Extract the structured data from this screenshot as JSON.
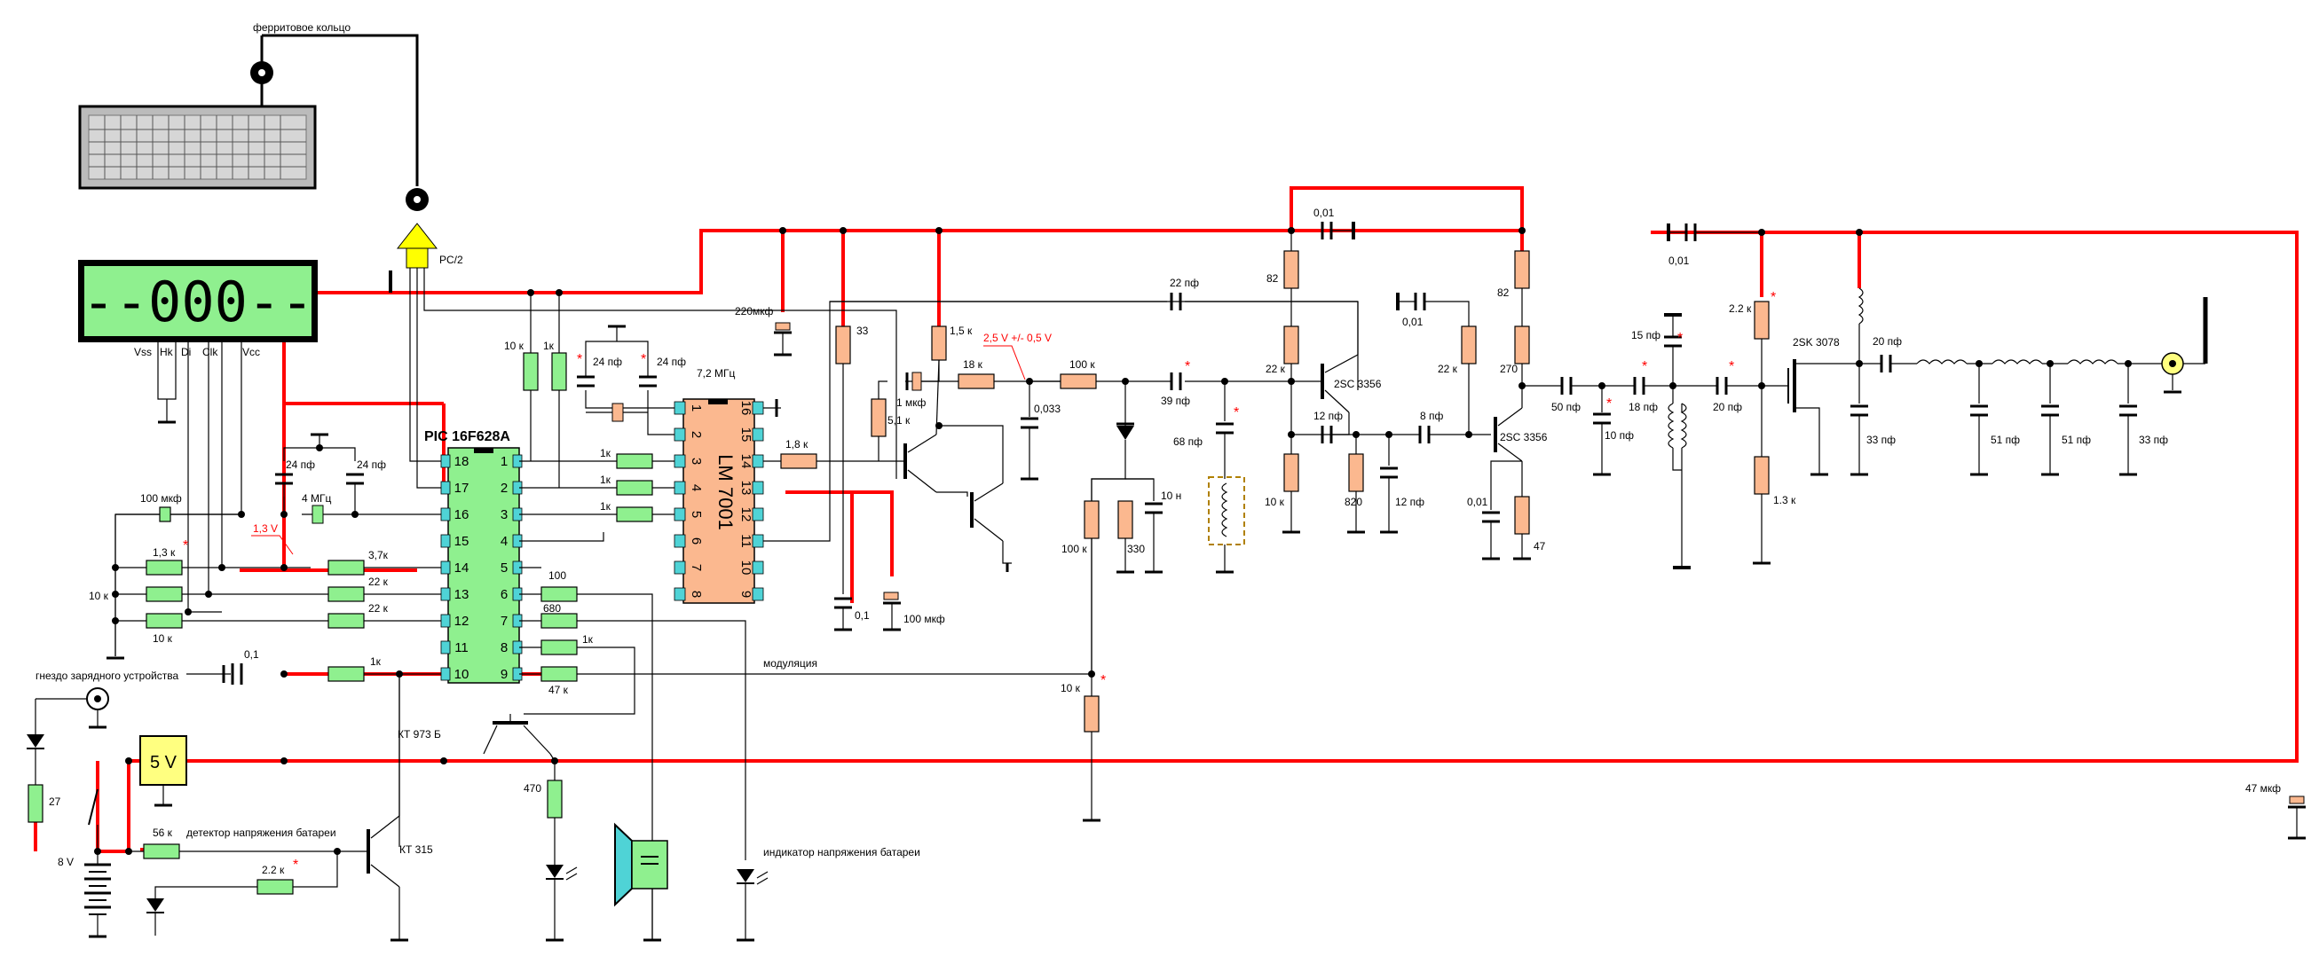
{
  "colors": {
    "power_wire": "#ff0000",
    "wire": "#000000",
    "resistor": "#fbb88f",
    "green_part": "#8ff08f",
    "mcu_body": "#8ff08f",
    "pll_body": "#fbb88f",
    "pin": "#4fd3d6",
    "led_display_bg": "#8ff08f",
    "reg_body": "#ffff80",
    "annotation": "#ff0000"
  },
  "icons": {
    "keyboard": "keyboard-icon",
    "ferrite": "ferrite-ring-icon",
    "connector": "ps2-connector-icon",
    "display": "lcd-display-icon",
    "speaker": "speaker-icon",
    "led": "led-icon",
    "antenna": "antenna-icon"
  },
  "labels": {
    "ferrite": "ферритовое кольцо",
    "ps2": "PC/2",
    "display_text": "--000--",
    "disp_pins": [
      "Vss",
      "Hk",
      "Di",
      "Clk",
      "Vcc"
    ],
    "mcu": "PIC 16F628A",
    "pll": "LM 7001",
    "crystal_mcu": "4 МГц",
    "crystal_pll": "7,2 МГц",
    "jack": "гнездо зарядного устройства",
    "battery_voltage": "8 V",
    "regulator": "5 V",
    "battery_detector": "детектор напряжения батареи",
    "battery_indicator": "индикатор напряжения батареи",
    "modulation": "модуляция",
    "kt973": "КТ 973 Б",
    "kt315": "КТ 315",
    "q_rf1": "2SC 3356",
    "q_rf2": "2SC 3356",
    "q_out": "2SK 3078",
    "note_1v3": "1,3 V",
    "note_2v5": "2,5 V +/- 0,5 V",
    "star": "*"
  },
  "mcu_pins_left": [
    "18",
    "17",
    "16",
    "15",
    "14",
    "13",
    "12",
    "11",
    "10"
  ],
  "mcu_pins_right": [
    "1",
    "2",
    "3",
    "4",
    "5",
    "6",
    "7",
    "8",
    "9"
  ],
  "pll_pins_bottom": [
    "1",
    "2",
    "3",
    "4",
    "5",
    "6",
    "7",
    "8"
  ],
  "pll_pins_top": [
    "16",
    "15",
    "14",
    "13",
    "12",
    "11",
    "10",
    "9"
  ],
  "values": {
    "r_10k_a": "10 к",
    "r_1k_a": "1к",
    "c_24p": "24 пф",
    "c_100u_a": "100 мкф",
    "r_1k3": "1,3 к",
    "r_10k_b": "10 к",
    "r_10k_c": "10 к",
    "r_3k7": "3,7к",
    "r_22k_a": "22 к",
    "r_22k_b": "22 к",
    "c_0u1_a": "0,1",
    "r_1k_b": "1к",
    "r_1k_c": "1к",
    "r_1k_d": "1к",
    "r_100": "100",
    "r_680": "680",
    "r_1k_e": "1к",
    "r_47k": "47 к",
    "r_470": "470",
    "r_27": "27",
    "r_56k": "56 к",
    "r_2k2_a": "2.2 к",
    "c_220u": "220мкф",
    "r_33": "33",
    "r_1k8": "1,8 к",
    "c_0u1_b": "0,1",
    "c_100u_b": "100 мкф",
    "r_1k5": "1,5 к",
    "c_1u": "1 мкф",
    "r_5k1": "5,1 к",
    "r_18k": "18 к",
    "c_0u033": "0,033",
    "c_22p": "22 пф",
    "r_100k_a": "100 к",
    "c_39p": "39 пф",
    "c_68p": "68 пф",
    "r_100k_b": "100 к",
    "r_330": "330",
    "c_10n": "10 н",
    "r_10k_d": "10 к",
    "c_0u01_a": "0,01",
    "r_82_a": "82",
    "r_22k_c": "22 к",
    "c_12p_a": "12 пф",
    "r_10k_e": "10 к",
    "r_820": "820",
    "c_12p_b": "12 пф",
    "c_0u01_b": "0,01",
    "r_22k_d": "22 к",
    "r_82_b": "82",
    "r_270": "270",
    "c_8p": "8 пф",
    "c_0u01_c": "0,01",
    "r_47": "47",
    "c_50p": "50 пф",
    "c_10p": "10 пф",
    "c_15p": "15 пф",
    "c_18p": "18 пф",
    "c_0u01_d": "0,01",
    "r_2k2_b": "2.2 к",
    "c_20p_a": "20 пф",
    "r_1k3_b": "1.3 к",
    "c_20p_b": "20 пф",
    "c_33p_a": "33 пф",
    "c_51p_a": "51 пф",
    "c_51p_b": "51 пф",
    "c_33p_b": "33 пф",
    "c_47u": "47 мкф"
  }
}
